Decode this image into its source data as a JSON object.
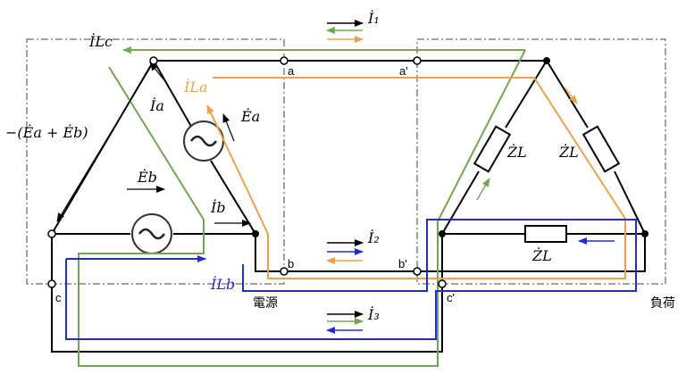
{
  "colors": {
    "wire": "#000000",
    "green": "#70a84f",
    "orange": "#f0a04a",
    "blue": "#1f2bd6",
    "box": "#444444"
  },
  "labels": {
    "I1": "İ₁",
    "I2": "İ₂",
    "I3": "İ₃",
    "ILc": "İLc",
    "ILa": "İLa",
    "ILb": "İLb",
    "Ia": "İa",
    "Ib": "İb",
    "Ea": "Ėa",
    "Eb": "Ėb",
    "neg_sum": "−(Ėa + Ėb)",
    "ZL1": "ŻL",
    "ZL2": "ŻL",
    "ZL3": "ŻL"
  },
  "terminals": {
    "a": "a",
    "a_prime": "a'",
    "b": "b",
    "b_prime": "b'",
    "c": "c",
    "c_prime": "c'"
  },
  "captions": {
    "source": "電源",
    "load": "負荷"
  },
  "icons": {
    "ac_source": "ac-source-icon",
    "impedance": "impedance-icon"
  }
}
